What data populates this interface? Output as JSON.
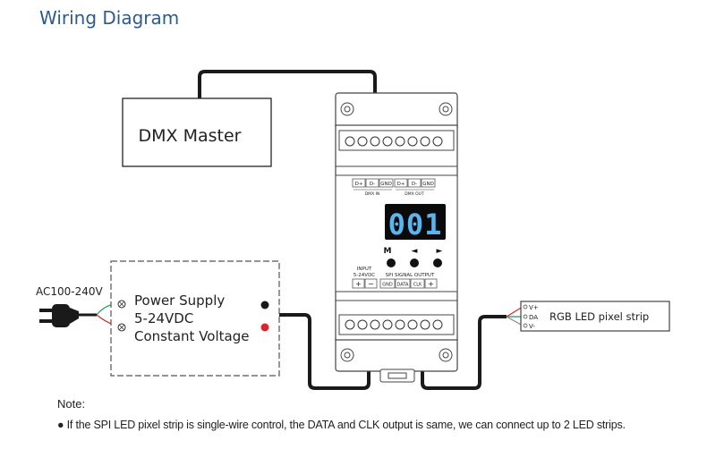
{
  "title": "Wiring Diagram",
  "dmx_master": {
    "label": "DMX Master"
  },
  "power_supply": {
    "ac_label": "AC100-240V",
    "lines": [
      "Power Supply",
      "5-24VDC",
      "Constant Voltage"
    ]
  },
  "controller": {
    "display_value": "001",
    "dmx_in_pins": [
      "D+",
      "D-",
      "GND"
    ],
    "dmx_out_pins": [
      "D+",
      "D-",
      "GND"
    ],
    "dmx_in_label": "DMX IN",
    "dmx_out_label": "DMX OUT",
    "buttons": [
      "M",
      "◄",
      "►"
    ],
    "input_label_line1": "INPUT",
    "input_label_line2": "5-24VDC",
    "spi_label": "SPI SIGNAL OUTPUT",
    "input_pins": [
      "+",
      "−"
    ],
    "output_pins": [
      "GND",
      "DATA",
      "CLK",
      "+"
    ]
  },
  "led_strip": {
    "label": "RGB LED pixel strip",
    "pins": [
      "V+",
      "DA",
      "V-"
    ]
  },
  "note": {
    "title": "Note:",
    "text": "● If the SPI LED pixel strip is single-wire control, the DATA and CLK output is same, we can connect up to 2 LED strips."
  },
  "colors": {
    "title": "#2f5a8c",
    "display_bg": "#0a0a0a",
    "display_digits": "#5ab4f0",
    "wire_black": "#1a1a1a",
    "wire_red": "#d9262c",
    "wire_green": "#1f9a55",
    "wire_blue": "#2a7ec8"
  }
}
